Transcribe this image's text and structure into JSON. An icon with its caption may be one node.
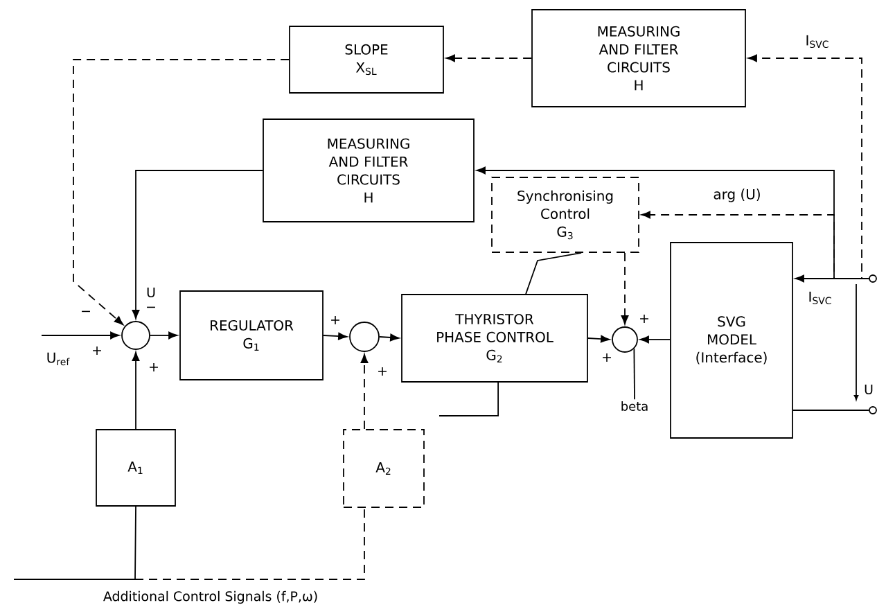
{
  "diagram": {
    "nodes": [
      {
        "text": [
          "SLOPE",
          "X$_{SL}$"
        ]
      },
      {
        "text": [
          "MEASURING AND FILTER CIRCUITS",
          "H"
        ]
      },
      {
        "text": [
          "MEASURING AND FILTER CIRCUITS",
          "H"
        ]
      },
      {
        "text": [
          "Synchronising Control",
          "G$_{3}$"
        ]
      },
      {
        "text": [],
        "shape": "circle"
      },
      {
        "text": [
          "REGULATOR",
          "G$_{1}$"
        ]
      },
      {
        "text": [],
        "shape": "circle"
      },
      {
        "text": [
          "THYRISTOR PHASE CONTROL",
          "G$_{2}$"
        ]
      },
      {
        "text": [],
        "shape": "circle"
      },
      {
        "text": [
          "SVG MODEL (Interface)"
        ]
      },
      {
        "text": [
          "A$_{1}$"
        ]
      },
      {
        "text": [
          "A$_{2}$"
        ]
      },
      {
        "text": [],
        "shape": "circle"
      },
      {
        "text": [],
        "shape": "circle"
      },
      {
        "text": [
          "beta"
        ]
      }
    ],
    "edges": [
      {
        "from": 12,
        "to": 1,
        "arrow": "to",
        "style": "dashed",
        "label": "I$_{SVC}$"
      },
      {
        "from": 1,
        "to": 0,
        "arrow": "to",
        "style": "dashed"
      },
      {
        "from": 0,
        "to": 4,
        "arrow": "to",
        "style": "dashed"
      },
      {
        "from": 12,
        "to": 2,
        "arrow": "to"
      },
      {
        "from": 2,
        "to": 4,
        "arrow": "to"
      },
      {
        "from": 12,
        "to": 3,
        "arrow": "to",
        "style": "dashed",
        "label": "arg (U)"
      },
      {
        "from": 12,
        "to": 9,
        "arrow": "to",
        "label": "I$_{SVC}$"
      },
      {
        "from": 9,
        "to": 13,
        "arrow": "none"
      },
      {
        "from": null,
        "to": 4,
        "arrow": "to",
        "label": "U$_{ref}$"
      },
      {
        "from": 10,
        "to": 4,
        "arrow": "to"
      },
      {
        "from": 4,
        "to": 5,
        "arrow": "to"
      },
      {
        "from": 5,
        "to": 6,
        "arrow": "to"
      },
      {
        "from": 11,
        "to": 6,
        "arrow": "to",
        "style": "dashed"
      },
      {
        "from": 6,
        "to": 7,
        "arrow": "to"
      },
      {
        "from": 7,
        "to": 8,
        "arrow": "to"
      },
      {
        "from": 3,
        "to": 8,
        "arrow": "to",
        "style": "dashed"
      },
      {
        "from": 9,
        "to": 8,
        "arrow": "to"
      },
      {
        "from": 3,
        "to": 7,
        "arrow": "none"
      },
      {
        "from": 7,
        "to": null,
        "arrow": "none"
      },
      {
        "from": null,
        "to": 10,
        "arrow": "none"
      },
      {
        "from": null,
        "to": 11,
        "arrow": "none",
        "style": "dashed"
      },
      {
        "from": 14,
        "to": 8,
        "arrow": "none"
      }
    ],
    "labels": [
      "−",
      "+",
      "U",
      "−",
      "+",
      "+",
      "+",
      "+",
      "+",
      "U",
      "Additional Control Signals (f,P,ω)"
    ]
  }
}
